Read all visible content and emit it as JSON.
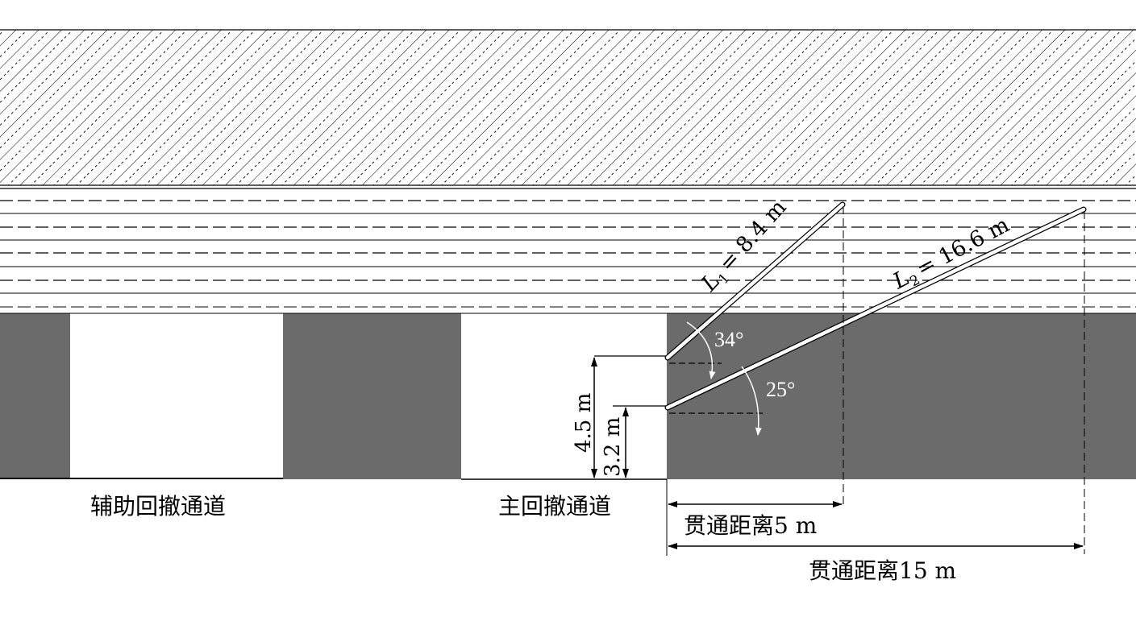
{
  "labels": {
    "aux_channel": "辅助回撤通道",
    "main_channel": "主回撤通道",
    "angle_1": "34°",
    "angle_2": "25°",
    "height_1": "4.5 m",
    "height_2": "3.2 m",
    "through_dist_1": "贯通距离5 m",
    "through_dist_2": "贯通距离15 m"
  },
  "boreholes": [
    {
      "symbol": "L",
      "subscript": "1",
      "value": "= 8.4 m"
    },
    {
      "symbol": "L",
      "subscript": "2",
      "value": "= 16.6 m"
    }
  ],
  "colors": {
    "coal": "#6b6b6b",
    "hatch": "#000000",
    "background": "#ffffff",
    "borehole": "#ffffff"
  }
}
